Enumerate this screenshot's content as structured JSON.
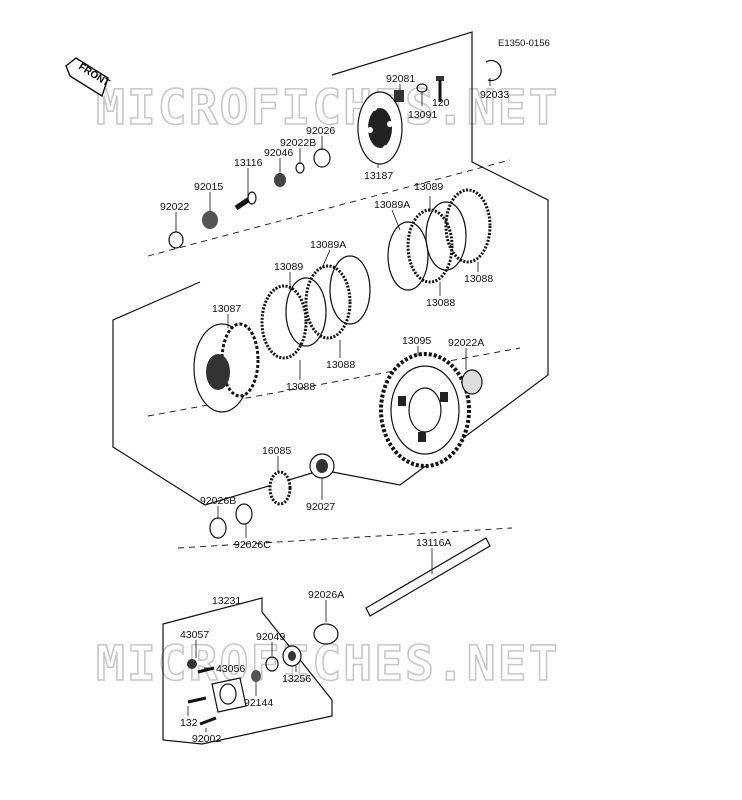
{
  "reference_code": "E1350-0156",
  "front_label": "FRONT",
  "watermark_text": "MICROFICHES.NET",
  "parts": [
    {
      "id": "92033",
      "label": "92033"
    },
    {
      "id": "92081",
      "label": "92081"
    },
    {
      "id": "120",
      "label": "120"
    },
    {
      "id": "13091",
      "label": "13091"
    },
    {
      "id": "13187",
      "label": "13187"
    },
    {
      "id": "92026",
      "label": "92026"
    },
    {
      "id": "92022B",
      "label": "92022B"
    },
    {
      "id": "92046",
      "label": "92046"
    },
    {
      "id": "13116",
      "label": "13116"
    },
    {
      "id": "92015",
      "label": "92015"
    },
    {
      "id": "92022",
      "label": "92022"
    },
    {
      "id": "13089-top",
      "label": "13089"
    },
    {
      "id": "13089A-top",
      "label": "13089A"
    },
    {
      "id": "13088-right",
      "label": "13088"
    },
    {
      "id": "13088-mid",
      "label": "13088"
    },
    {
      "id": "13089A-left",
      "label": "13089A"
    },
    {
      "id": "13089-left",
      "label": "13089"
    },
    {
      "id": "13087",
      "label": "13087"
    },
    {
      "id": "13088-lower",
      "label": "13088"
    },
    {
      "id": "13088-bottom",
      "label": "13088"
    },
    {
      "id": "13095",
      "label": "13095"
    },
    {
      "id": "92022A",
      "label": "92022A"
    },
    {
      "id": "16085",
      "label": "16085"
    },
    {
      "id": "92027",
      "label": "92027"
    },
    {
      "id": "92026B",
      "label": "92026B"
    },
    {
      "id": "92026C",
      "label": "92026C"
    },
    {
      "id": "13116A",
      "label": "13116A"
    },
    {
      "id": "13231",
      "label": "13231"
    },
    {
      "id": "92026A",
      "label": "92026A"
    },
    {
      "id": "43057",
      "label": "43057"
    },
    {
      "id": "92049",
      "label": "92049"
    },
    {
      "id": "43056",
      "label": "43056"
    },
    {
      "id": "13256",
      "label": "13256"
    },
    {
      "id": "92144",
      "label": "92144"
    },
    {
      "id": "132",
      "label": "132"
    },
    {
      "id": "92002",
      "label": "92002"
    }
  ]
}
